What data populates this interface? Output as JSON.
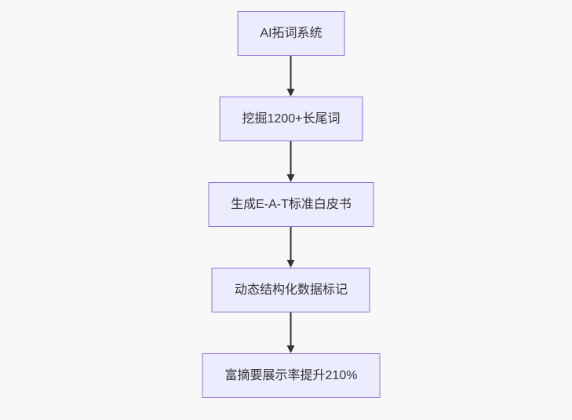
{
  "flowchart": {
    "type": "flowchart",
    "direction": "top-down",
    "nodes": [
      {
        "id": "n1",
        "label": "AI拓词系统"
      },
      {
        "id": "n2",
        "label": "挖掘1200+长尾词"
      },
      {
        "id": "n3",
        "label": "生成E-A-T标准白皮书"
      },
      {
        "id": "n4",
        "label": "动态结构化数据标记"
      },
      {
        "id": "n5",
        "label": "富摘要展示率提升210%"
      }
    ],
    "edges": [
      {
        "from": "n1",
        "to": "n2",
        "arrow": "down"
      },
      {
        "from": "n2",
        "to": "n3",
        "arrow": "down"
      },
      {
        "from": "n3",
        "to": "n4",
        "arrow": "down"
      },
      {
        "from": "n4",
        "to": "n5",
        "arrow": "down"
      }
    ],
    "colors": {
      "background": "#f8f8f8",
      "node_fill": "#ECECFF",
      "node_border": "#9370DB",
      "text": "#333333",
      "arrow": "#333333"
    }
  }
}
